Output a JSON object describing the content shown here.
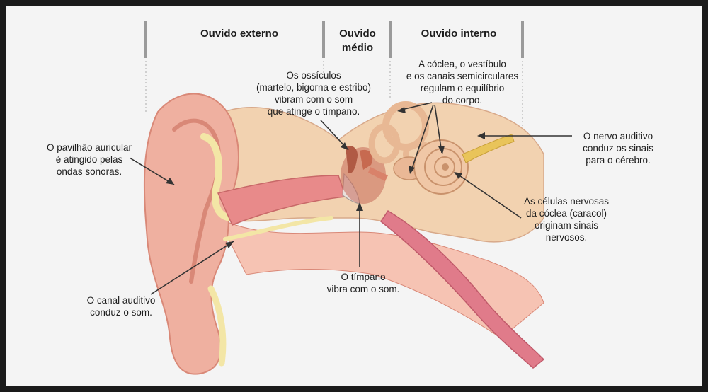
{
  "sections": {
    "external": "Ouvido externo",
    "middle": "Ouvido\nmédio",
    "inner": "Ouvido interno"
  },
  "labels": {
    "pinna": "O pavilhão auricular\né atingido pelas\nondas sonoras.",
    "canal": "O canal auditivo\nconduz o som.",
    "ossicles": "Os ossículos\n(martelo, bigorna e estribo)\nvibram com o som\nque atinge o tímpano.",
    "eardrum": "O tímpano\nvibra com o som.",
    "cochlea_balance": "A cóclea, o vestíbulo\ne os canais semicirculares\nregulam o equilíbrio\ndo corpo.",
    "auditory_nerve": "O nervo auditivo\nconduz os sinais\npara o cérebro.",
    "nerve_cells": "As células nervosas\nda cóclea (caracol)\noriginam sinais\nnervosos."
  },
  "colors": {
    "skin": "#efb0a0",
    "skin_dark": "#d98877",
    "bone": "#f2d2b0",
    "canal_pink": "#e88a8a",
    "cartilage": "#f3e6a6",
    "leader": "#333333"
  }
}
